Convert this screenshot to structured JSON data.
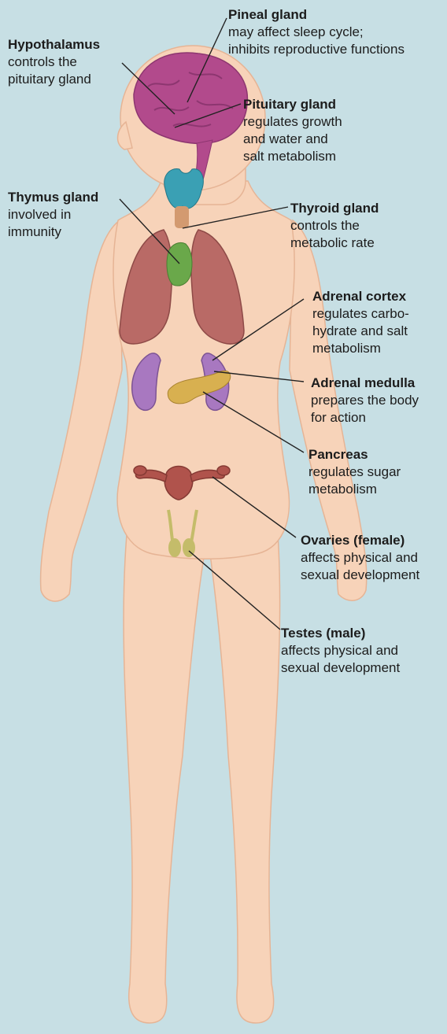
{
  "colors": {
    "background": "#c7dfe4",
    "skin": "#f7d3b9",
    "skin_shadow": "#ebbb9c",
    "brain": "#b24a8c",
    "lungs": "#b96a66",
    "thymus": "#6aa84a",
    "thyroid": "#3aa0b4",
    "adrenal_kidney": "#a878c0",
    "pancreas": "#d8b050",
    "uterus_ovaries": "#b0534c",
    "testes": "#c4bc6a",
    "leader_line": "#222222"
  },
  "labels": {
    "pineal": {
      "title": "Pineal gland",
      "desc": "may affect sleep cycle;\ninhibits reproductive functions"
    },
    "hypothalamus": {
      "title": "Hypothalamus",
      "desc": "controls the\npituitary gland"
    },
    "pituitary": {
      "title": "Pituitary gland",
      "desc": "regulates growth\nand water and\nsalt metabolism"
    },
    "thymus": {
      "title": "Thymus gland",
      "desc": "involved in\nimmunity"
    },
    "thyroid": {
      "title": "Thyroid gland",
      "desc": "controls the\nmetabolic rate"
    },
    "adrenal_cortex": {
      "title": "Adrenal cortex",
      "desc": "regulates carbo-\nhydrate and salt\nmetabolism"
    },
    "adrenal_medulla": {
      "title": "Adrenal medulla",
      "desc": "prepares the body\nfor action"
    },
    "pancreas": {
      "title": "Pancreas",
      "desc": "regulates sugar\nmetabolism"
    },
    "ovaries": {
      "title": "Ovaries (female)",
      "desc": "affects physical and\nsexual development"
    },
    "testes": {
      "title": "Testes (male)",
      "desc": "affects physical and\nsexual development"
    }
  }
}
